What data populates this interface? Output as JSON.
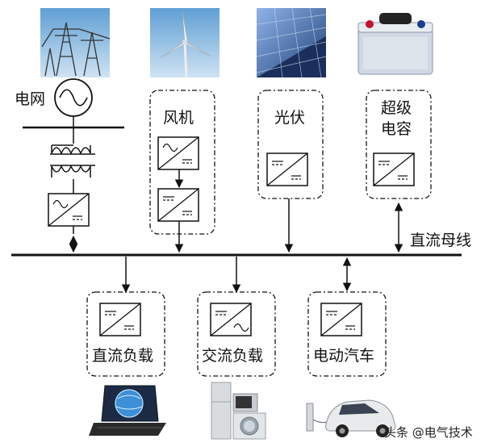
{
  "labels": {
    "grid": "电网",
    "wind": "风机",
    "pv": "光伏",
    "supercap_line1": "超级",
    "supercap_line2": "电容",
    "dc_bus": "直流母线",
    "dc_load": "直流负载",
    "ac_load": "交流负载",
    "ev": "电动汽车"
  },
  "watermark": "头条 @电气技术",
  "colors": {
    "line": "#111111",
    "sky": "#7fb3dc",
    "panel": "#2b4d8c",
    "battery": "#cfd8e3"
  }
}
